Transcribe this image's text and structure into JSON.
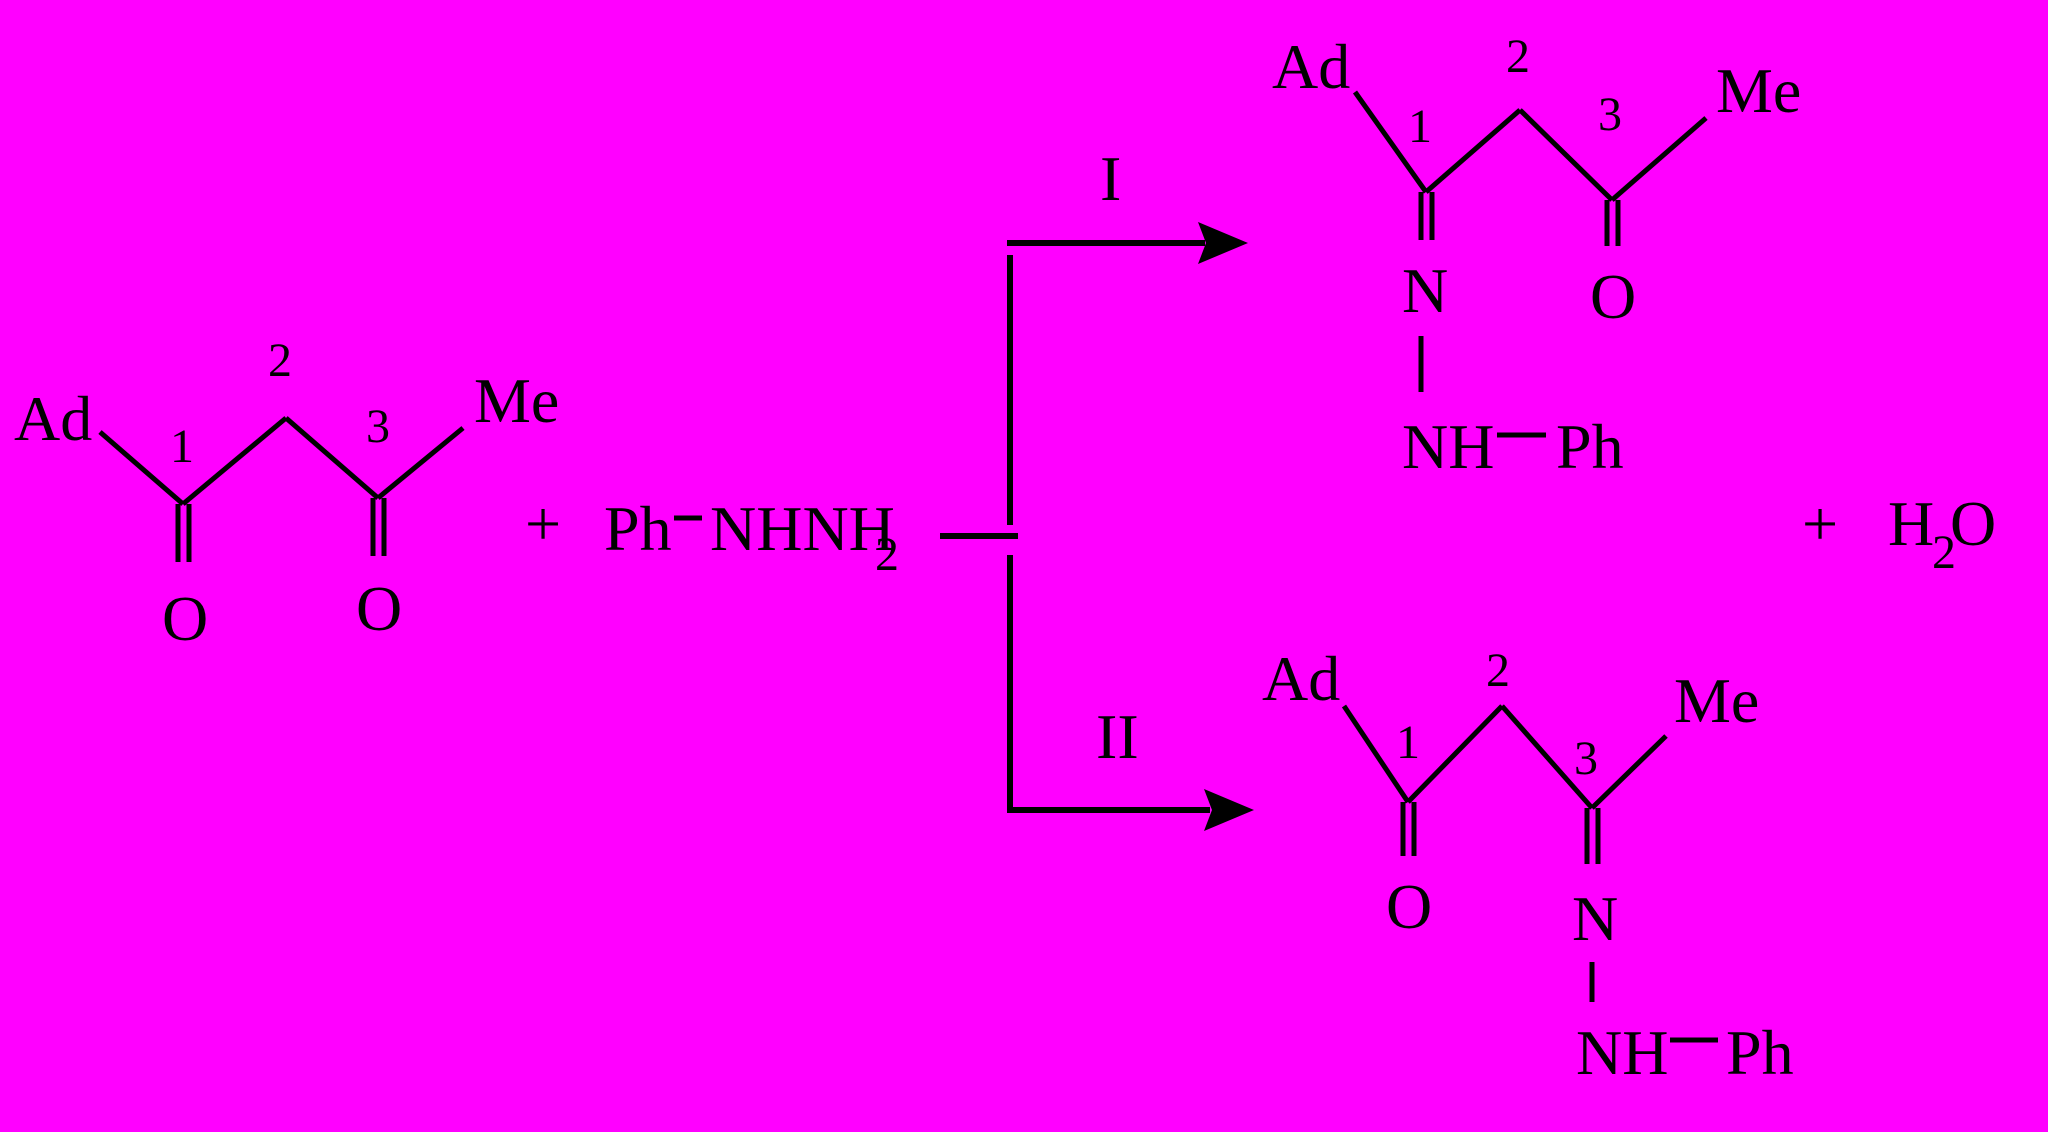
{
  "colors": {
    "background": "#ff00ff",
    "ink": "#000000"
  },
  "reactant": {
    "ad": "Ad",
    "me": "Me",
    "o1": "O",
    "o3": "O",
    "n1": "1",
    "n2": "2",
    "n3": "3"
  },
  "plus": "+",
  "reagent": {
    "ph": "Ph",
    "nh": "NHNH",
    "sub": "2"
  },
  "product_i": {
    "label": "I",
    "ad": "Ad",
    "me": "Me",
    "o": "O",
    "n": "N",
    "nh": "NH",
    "ph": "Ph",
    "n1": "1",
    "n2": "2",
    "n3": "3"
  },
  "product_ii": {
    "label": "II",
    "ad": "Ad",
    "me": "Me",
    "o": "O",
    "n": "N",
    "nh": "NH",
    "ph": "Ph",
    "n1": "1",
    "n2": "2",
    "n3": "3"
  },
  "byproduct": {
    "plus": "+",
    "h": "H",
    "sub": "2",
    "o": "O"
  }
}
